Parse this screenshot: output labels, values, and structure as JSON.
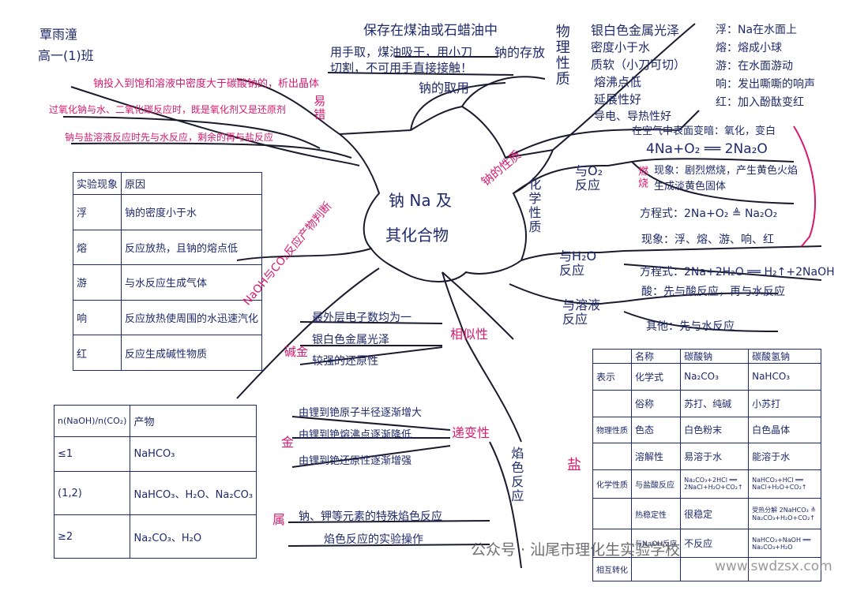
{
  "header": {
    "name": "覃雨潼",
    "class": "高一(1)班"
  },
  "center": {
    "line1": "钠 Na 及",
    "line2": "其化合物"
  },
  "storage": {
    "title": "保存在煤油或石蜡油中",
    "l1": "用手取，煤油吸干，用小刀",
    "l2": "切割，不可用手直接接触！",
    "branch": "钠的存放",
    "branch2": "钠的取用"
  },
  "physical": {
    "label": "物理性质",
    "items": [
      "银白色金属光泽",
      "密度小于水",
      "质软（小刀可切）",
      "熔沸点低",
      "延展性好",
      "导电、导热性好"
    ]
  },
  "phenomena_right": [
    "浮：Na在水面上",
    "熔：熔成小球",
    "游：在水面游动",
    "响：发出嘶嘶的响声",
    "红：加入酚酞变红"
  ],
  "chemical": {
    "label": "化学性质",
    "o2_node": "与O₂反应",
    "o2_air": "在空气中表面变暗：氧化，变白",
    "o2_eq1": "4Na+O₂ ══ 2Na₂O",
    "burn": "燃烧",
    "burn_ph1": "现象：剧烈燃烧，产生黄色火焰",
    "burn_ph2": "生成淡黄色固体",
    "burn_eq": "方程式：2Na+O₂ ≜ Na₂O₂",
    "h2o_node": "与H₂O反应",
    "h2o_ph": "现象：浮、熔、游、响、红",
    "h2o_eq": "方程式：2Na+2H₂O ══ H₂↑+2NaOH",
    "sol_node": "与溶液反应",
    "sol_acid": "酸：先与酸反应，再与水反应",
    "sol_other": "其他：先与水反应"
  },
  "easy_mistakes": {
    "label": "易错",
    "label2": "钠的性质",
    "l1": "钠投入到饱和溶液中密度大于碳酸钠的，析出晶体",
    "l2": "过氧化钠与水、二氧化碳反应时，既是氧化剂又是还原剂",
    "l3": "钠与盐溶液反应时先与水反应，剩余的再与盐反应"
  },
  "exp_table": {
    "headers": [
      "实验现象",
      "原因"
    ],
    "rows": [
      [
        "浮",
        "钠的密度小于水"
      ],
      [
        "熔",
        "反应放热，且钠的熔点低"
      ],
      [
        "游",
        "与水反应生成气体"
      ],
      [
        "响",
        "反应放热使周围的水迅速汽化"
      ],
      [
        "红",
        "反应生成碱性物质"
      ]
    ]
  },
  "naoh_label": "NaOH与CO₂反应产物判断",
  "ratio_table": {
    "headers": [
      "n(NaOH)/n(CO₂)",
      "产物"
    ],
    "rows": [
      [
        "≤1",
        "NaHCO₃"
      ],
      [
        "(1,2)",
        "NaHCO₃、H₂O、Na₂CO₃"
      ],
      [
        "≥2",
        "Na₂CO₃、H₂O"
      ]
    ]
  },
  "alkali": {
    "label": "碱金",
    "similar_label": "相似性",
    "s1": "最外层电子数均为一",
    "s2": "银白色金属光泽",
    "s3": "较强的还原性",
    "gradual_label": "递变性",
    "g1": "由锂到铯原子半径逐渐增大",
    "g2": "由锂到铯熔沸点逐渐降低",
    "g3": "由锂到铯还原性逐渐增强",
    "metal_label": "金",
    "belong_label": "属",
    "flame_label": "焰色反应",
    "f1": "钠、钾等元素的特殊焰色反应",
    "f2": "焰色反应的实验操作"
  },
  "carbonate": {
    "side_label": "盐",
    "headers": [
      "名称",
      "碳酸钠",
      "碳酸氢钠"
    ],
    "rows": [
      [
        "表示",
        "化学式",
        "Na₂CO₃",
        "NaHCO₃"
      ],
      [
        "",
        "俗称",
        "苏打、纯碱",
        "小苏打"
      ],
      [
        "物理性质",
        "色态",
        "白色粉末",
        "白色晶体"
      ],
      [
        "",
        "溶解性",
        "易溶于水",
        "能溶于水"
      ],
      [
        "化学性质",
        "与盐酸反应",
        "Na₂CO₃+2HCl ══ 2NaCl+H₂O+CO₂↑",
        "NaHCO₃+HCl ══ NaCl+H₂O+CO₂↑"
      ],
      [
        "",
        "热稳定性",
        "很稳定",
        "受热分解 2NaHCO₃ ≜ Na₂CO₃+H₂O+CO₂↑"
      ],
      [
        "",
        "与NaOH反应",
        "不反应",
        "NaHCO₃+NaOH ══ Na₂CO₃+H₂O"
      ],
      [
        "相互转化",
        "",
        "",
        ""
      ]
    ]
  },
  "watermark": {
    "text": "公众号 · 汕尾市理化生实验学校",
    "site": "www.swdzsx.com"
  }
}
